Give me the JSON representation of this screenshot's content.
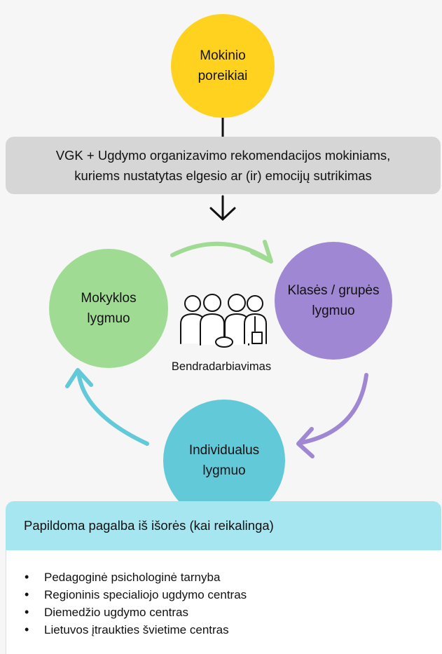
{
  "nodes": {
    "needs": "Mokinio\nporeikiai",
    "school": "Mokyklos\nlygmuo",
    "class": "Klasės / grupės\nlygmuo",
    "individual": "Individualus\nlygmuo"
  },
  "recommendations": "VGK + Ugdymo organizavimo rekomendacijos mokiniams,\nkuriems nustatytas elgesio ar (ir) emocijų sutrikimas",
  "collaboration": {
    "label": "Bendradarbiavimas",
    "icon": "people-handshake-icon"
  },
  "external_help": {
    "title": "Papildoma pagalba iš išorės (kai reikalinga)",
    "items": [
      "Pedagoginė psichologinė tarnyba",
      "Regioninis specialiojo ugdymo centras",
      "Diemedžio ugdymo centras",
      "Lietuvos įtraukties švietime centras"
    ]
  },
  "colors": {
    "needs": "#ffd21f",
    "school": "#9fdb92",
    "class": "#a087d3",
    "individual": "#62c9d8",
    "recommendations_box": "#d6d6d6",
    "external_header": "#a5e6f0"
  }
}
